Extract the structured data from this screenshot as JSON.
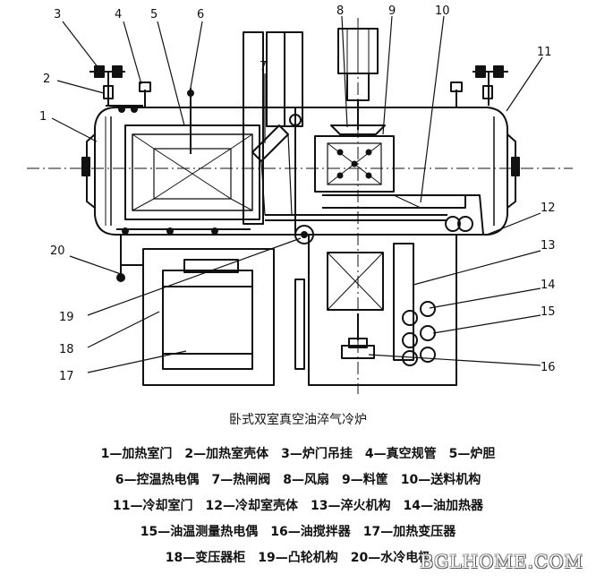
{
  "diagram": {
    "callout_numbers": [
      "1",
      "2",
      "3",
      "4",
      "5",
      "6",
      "7",
      "8",
      "9",
      "10",
      "11",
      "12",
      "13",
      "14",
      "15",
      "16",
      "17",
      "18",
      "19",
      "20"
    ]
  },
  "caption": "卧式双室真空油淬气冷炉",
  "legend": [
    [
      "1—加热室门",
      "2—加热室壳体",
      "3—炉门吊挂",
      "4—真空规管",
      "5—炉胆"
    ],
    [
      "6—控温热电偶",
      "7—热闸阀",
      "8—风扇",
      "9—料筐",
      "10—送料机构"
    ],
    [
      "11—冷却室门",
      "12—冷却室壳体",
      "13—淬火机构",
      "14—油加热器"
    ],
    [
      "15—油温测量热电偶",
      "16—油搅拌器",
      "17—加热变压器"
    ],
    [
      "18—变压器柜",
      "19—凸轮机构",
      "20—水冷电极"
    ]
  ],
  "watermark": "BGLHOME.COM"
}
